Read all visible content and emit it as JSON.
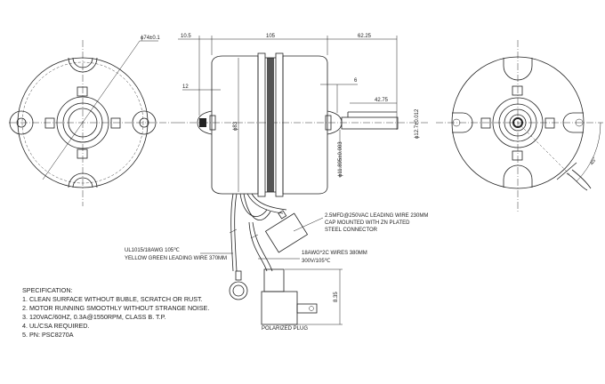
{
  "dimensions": {
    "front_diameter": "ϕ74±0.1",
    "left_offset": "10.5",
    "body_length": "105",
    "shaft_length": "62.25",
    "lug_offset": "12",
    "small_gap": "6",
    "shaft_flat": "42.75",
    "body_diameter": "ϕ83",
    "boss_diameter": "ϕ11.895±0.003",
    "shaft_diameter": "ϕ12.7±0.012",
    "wire_angle": "45°",
    "plug_height": "8.35"
  },
  "callouts": {
    "capacitor": [
      "2.5MFD@250VAC LEADING WIRE 230MM",
      "CAP MOUNTED WITH ZN PLATED",
      "STEEL CONNECTOR"
    ],
    "ground_wire": [
      "UL1015/18AWG 105℃",
      "YELLOW GREEN LEADING WIRE 370MM"
    ],
    "power_wires": [
      "18AWG*2C WIRES 380MM",
      "300V/105℃"
    ],
    "plug": "POLARIZED PLUG"
  },
  "specification": {
    "title": "SPECIFICATION:",
    "items": [
      "1. CLEAN SURFACE WITHOUT BUBLE, SCRATCH OR RUST.",
      "2. MOTOR RUNNING SMOOTHLY WITHOUT STRANGE NOISE.",
      "3. 120VAC/60HZ, 0.3A@1550RPM, CLASS B. T.P.",
      "4. UL/CSA REQUIRED.",
      "5. PN: PSC8270A"
    ]
  }
}
